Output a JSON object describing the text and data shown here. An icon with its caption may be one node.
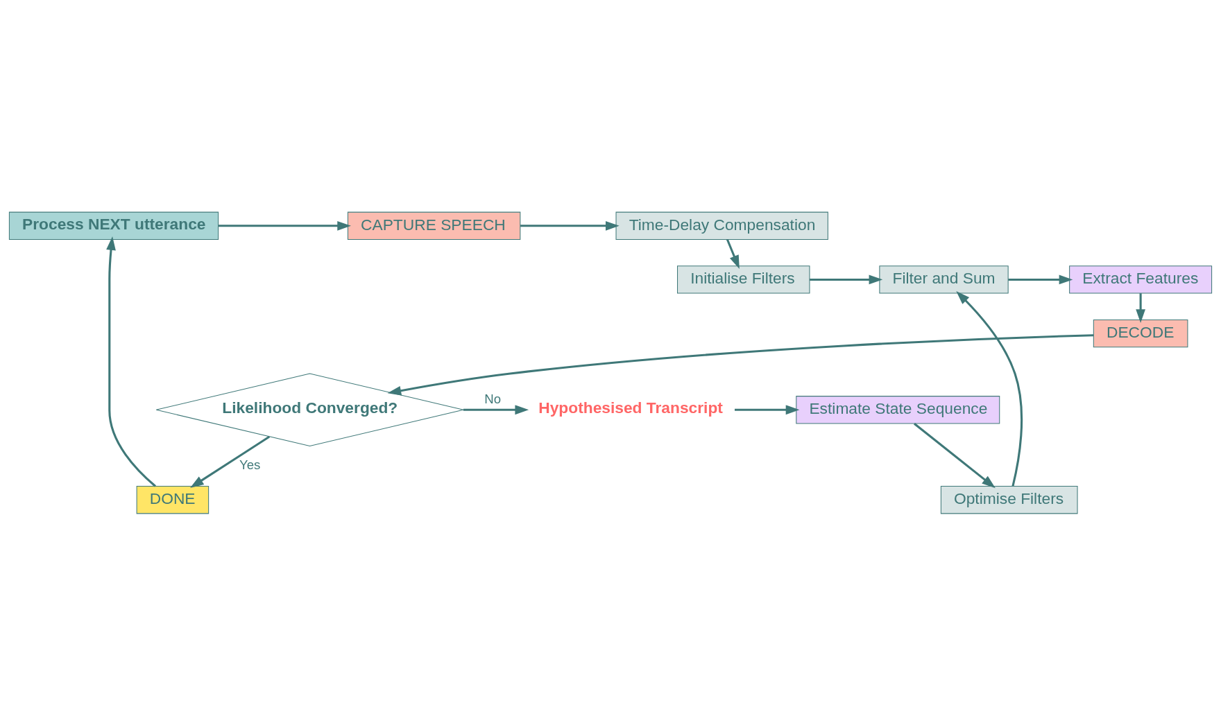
{
  "diagram": {
    "nodes": [
      {
        "text": [
          "Process NEXT utterance"
        ]
      },
      {
        "text": [
          "CAPTURE SPEECH"
        ]
      },
      {
        "text": [
          "Time-Delay Compensation"
        ]
      },
      {
        "text": [
          "Initialise Filters"
        ]
      },
      {
        "text": [
          "Filter and Sum"
        ]
      },
      {
        "text": [
          "Extract Features"
        ]
      },
      {
        "text": [
          "DECODE"
        ]
      },
      {
        "text": [
          "Likelihood Converged?"
        ]
      },
      {
        "text": [
          "Hypothesised Transcript"
        ]
      },
      {
        "text": [
          "Estimate State Sequence"
        ]
      },
      {
        "text": [
          "Optimise Filters"
        ]
      },
      {
        "text": [
          "DONE"
        ]
      }
    ],
    "edges": [
      {
        "from": 0,
        "to": 1,
        "arrow": "to"
      },
      {
        "from": 1,
        "to": 2,
        "arrow": "to"
      },
      {
        "from": 2,
        "to": 3,
        "arrow": "to"
      },
      {
        "from": 3,
        "to": 4,
        "arrow": "to"
      },
      {
        "from": 4,
        "to": 5,
        "arrow": "to"
      },
      {
        "from": 5,
        "to": 6,
        "arrow": "to"
      },
      {
        "from": 6,
        "to": 7,
        "arrow": "to"
      },
      {
        "from": 7,
        "to": 8,
        "arrow": "to",
        "label": "No"
      },
      {
        "from": 8,
        "to": 9,
        "arrow": "to"
      },
      {
        "from": 9,
        "to": 10,
        "arrow": "to"
      },
      {
        "from": 10,
        "to": 4,
        "arrow": "to"
      },
      {
        "from": 7,
        "to": 11,
        "arrow": "to",
        "label": "Yes"
      },
      {
        "from": 11,
        "to": 0,
        "arrow": "to"
      }
    ]
  }
}
